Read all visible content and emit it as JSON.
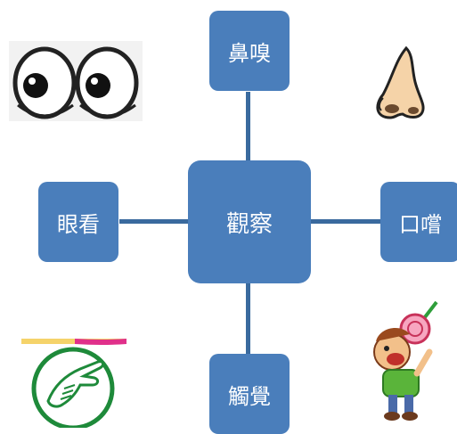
{
  "diagram": {
    "center": {
      "label": "觀察"
    },
    "nodes": {
      "top": {
        "label": "鼻嗅"
      },
      "left": {
        "label": "眼看"
      },
      "right": {
        "label": "口嚐"
      },
      "bottom": {
        "label": "觸覺"
      }
    },
    "colors": {
      "node_fill": "#4a7ebb",
      "connector": "#3a6a9e",
      "node_text": "#ffffff"
    },
    "illustrations": [
      "eyes-icon",
      "nose-icon",
      "pointing-hand-icon",
      "child-eating-lollipop-icon"
    ]
  }
}
